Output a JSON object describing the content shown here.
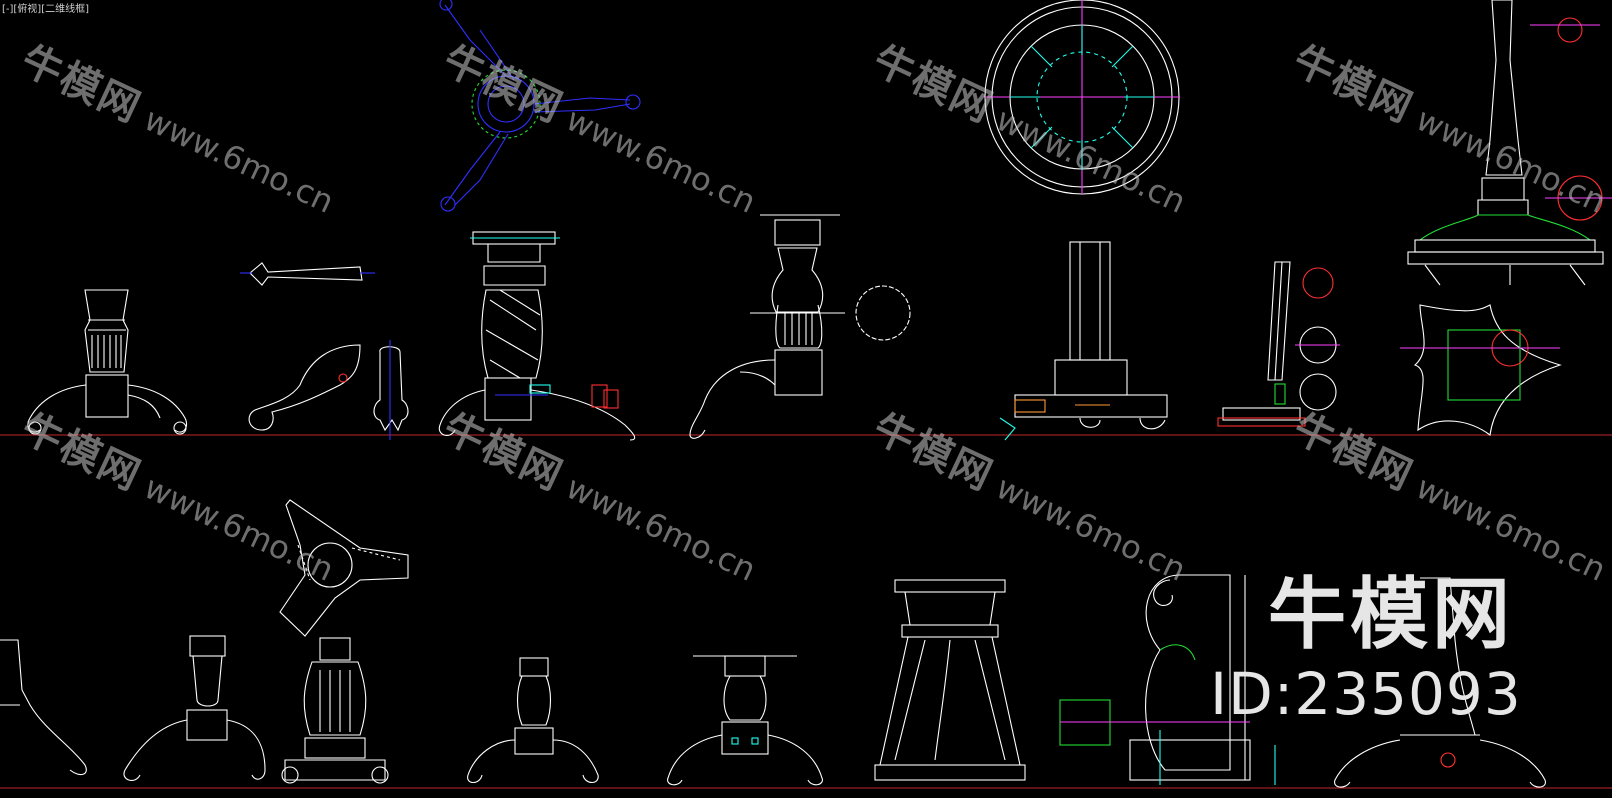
{
  "viewport": {
    "label": "[-][俯视][二维线框]"
  },
  "watermark": {
    "brand": "牛模网",
    "url": "www.6mo.cn"
  },
  "logo": {
    "brand": "牛模网",
    "id": "ID:235093"
  },
  "colors": {
    "background": "#000000",
    "line": "#ffffff",
    "groundline": "#c0282c",
    "selection": "#2f2fff",
    "accent_green": "#22dd33",
    "accent_cyan": "#22ffee",
    "accent_magenta": "#ff40ff",
    "accent_red": "#ff3030",
    "accent_orange": "#ff9933"
  },
  "drawings": [
    {
      "name": "claw-foot-pedestal"
    },
    {
      "name": "horizontal-leg-profile"
    },
    {
      "name": "cabriole-leg-side"
    },
    {
      "name": "claw-foot-front"
    },
    {
      "name": "tripod-top-view-selected"
    },
    {
      "name": "twisted-column-pedestal"
    },
    {
      "name": "turned-column-leg"
    },
    {
      "name": "round-rosette-detail"
    },
    {
      "name": "round-carved-top-view"
    },
    {
      "name": "square-column-base"
    },
    {
      "name": "thin-column-with-rosettes"
    },
    {
      "name": "tall-column-ornate-base"
    },
    {
      "name": "cross-base-top-view"
    },
    {
      "name": "tripod-top-view"
    },
    {
      "name": "half-pedestal-left-edge"
    },
    {
      "name": "simple-tripod-pedestal"
    },
    {
      "name": "carved-vase-pedestal"
    },
    {
      "name": "small-tripod-pedestal"
    },
    {
      "name": "plate-top-tripod-pedestal"
    },
    {
      "name": "flared-acanthus-pedestal"
    },
    {
      "name": "scroll-bracket-section"
    },
    {
      "name": "right-tripod-pedestal"
    }
  ]
}
